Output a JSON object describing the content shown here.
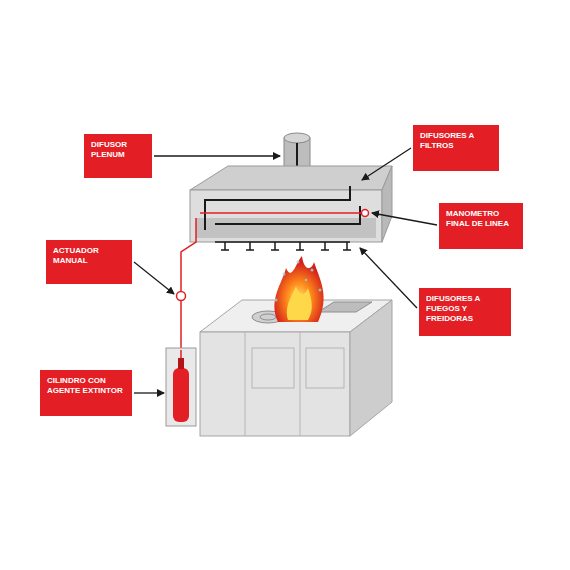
{
  "diagram": {
    "nodes": [
      {
        "text": [
          "DIFUSOR PLENUM"
        ]
      },
      {
        "text": [
          "DIFUSORES A FILTROS"
        ]
      },
      {
        "text": [
          "MANOMETRO FINAL DE LINEA"
        ]
      },
      {
        "text": [
          "ACTUADOR MANUAL"
        ]
      },
      {
        "text": [
          "DIFUSORES A FUEGOS Y FREIDORAS"
        ]
      },
      {
        "text": [
          "CILINDRO CON AGENTE EXTINTOR"
        ]
      }
    ]
  }
}
